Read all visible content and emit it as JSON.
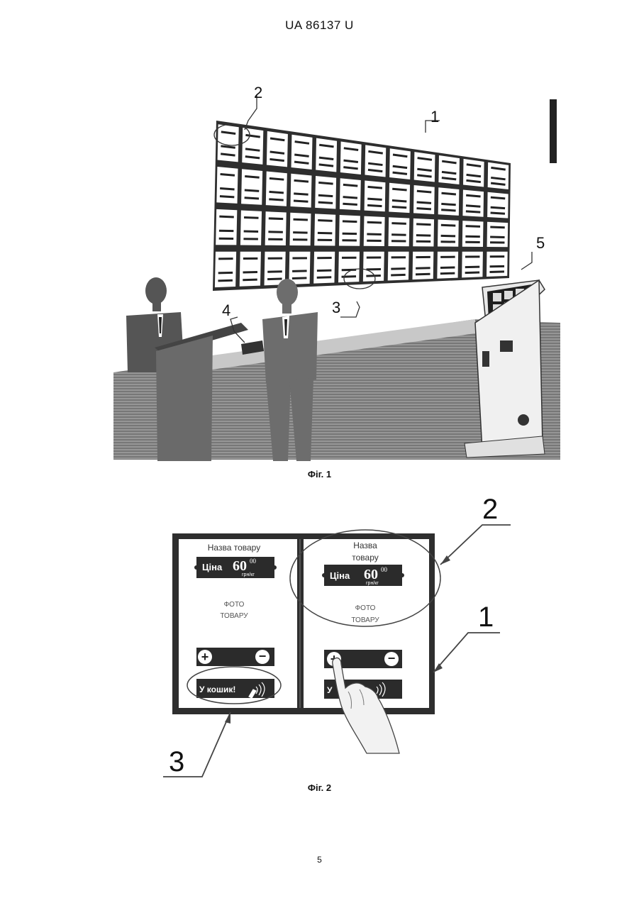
{
  "document": {
    "patent_number": "UA   86137   U",
    "page_number": "5"
  },
  "figure1": {
    "caption": "Фіг. 1",
    "callouts": [
      "1",
      "2",
      "3",
      "4",
      "5"
    ],
    "panel_rows": 4,
    "panel_cols": 12
  },
  "figure2": {
    "caption": "Фіг. 2",
    "callouts": [
      "2",
      "1",
      "3"
    ],
    "panels": [
      {
        "product_name": "Назва товару",
        "price_label": "Ціна",
        "price_value": "60",
        "price_cents": "00",
        "price_unit": "грн/кг",
        "photo_label_1": "ФОТО",
        "photo_label_2": "ТОВАРУ",
        "plus": "+",
        "minus": "−",
        "cart_label": "У кошик!"
      },
      {
        "product_name_1": "Назва",
        "product_name_2": "товару",
        "price_label": "Ціна",
        "price_value": "60",
        "price_cents": "00",
        "price_unit": "грн/кг",
        "photo_label_1": "ФОТО",
        "photo_label_2": "ТОВАРУ",
        "plus": "+",
        "minus": "−",
        "cart_label": "У"
      }
    ]
  }
}
